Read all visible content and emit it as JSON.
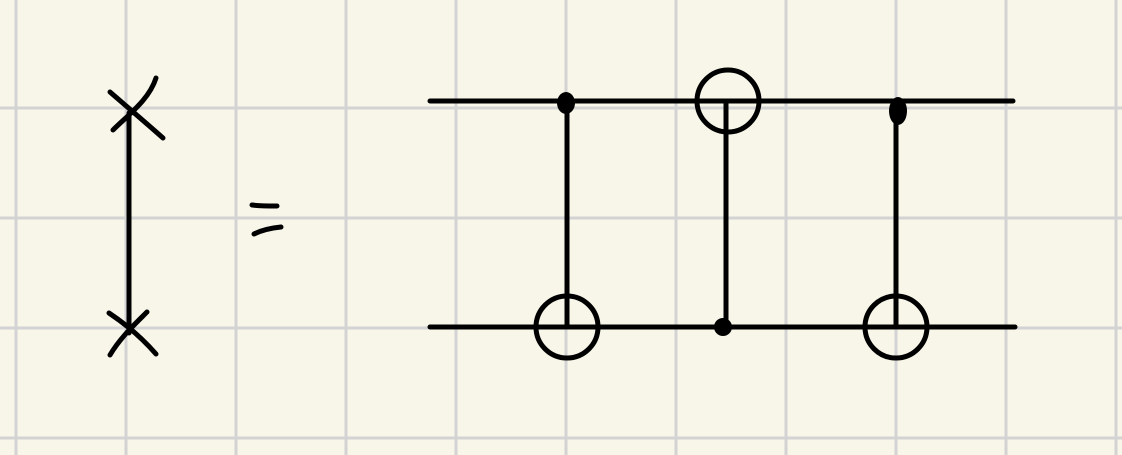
{
  "colors": {
    "paper": "#f8f6e9",
    "grid": "#d3d3d3",
    "ink": "#000000"
  },
  "diagram": {
    "equation": "=",
    "left_side": {
      "gate": "swap",
      "symbol_top": "cross",
      "symbol_bottom": "cross"
    },
    "right_side": {
      "wires": 2,
      "gates": [
        {
          "type": "cnot",
          "control": "top",
          "target": "bottom"
        },
        {
          "type": "cnot",
          "control": "bottom",
          "target": "top"
        },
        {
          "type": "cnot",
          "control": "top",
          "target": "bottom"
        }
      ]
    }
  }
}
